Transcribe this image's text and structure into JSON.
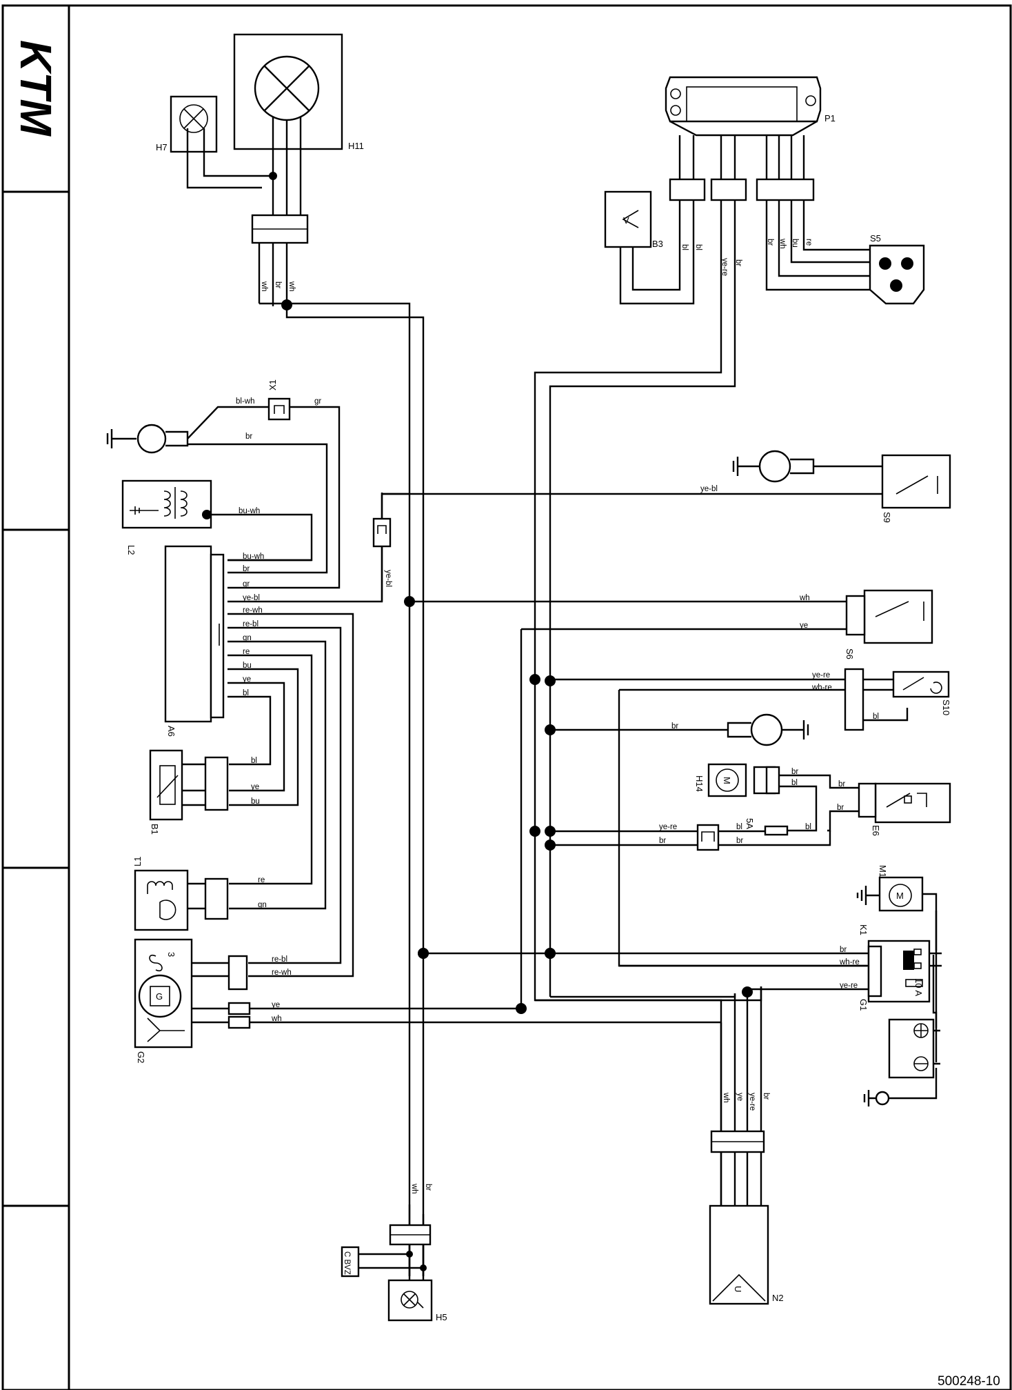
{
  "logo": {
    "text": "KTM"
  },
  "drawing_number": "500248-10",
  "components": {
    "H7": "H7",
    "H11": "H11",
    "P1": "P1",
    "B3": "B3",
    "S5": "S5",
    "X1": "X1",
    "L2": "L2",
    "A6": "A6",
    "S9": "S9",
    "S6": "S6",
    "S10": "S10",
    "H14": "H14",
    "E6": "E6",
    "B1": "B1",
    "L1": "L1",
    "M1": "M1",
    "K1": "K1",
    "G1": "G1",
    "G2": "G2",
    "N2": "N2",
    "H5": "H5"
  },
  "symbol_text": {
    "fuse_5a": "5A",
    "relay_fuse": "10 A",
    "generator": "G",
    "phase": "3",
    "regulator": "U",
    "motor": "M",
    "plus": "⊕",
    "minus": "⊖",
    "cap": "C BVZ",
    "b3_symbol": "V"
  },
  "wire_labels": [
    {
      "id": "w1",
      "text": "wh"
    },
    {
      "id": "w2",
      "text": "br"
    },
    {
      "id": "w3",
      "text": "wh"
    },
    {
      "id": "w4",
      "text": "bl"
    },
    {
      "id": "w5",
      "text": "bl"
    },
    {
      "id": "w6",
      "text": "ye-re"
    },
    {
      "id": "w7",
      "text": "br"
    },
    {
      "id": "w8",
      "text": "br"
    },
    {
      "id": "w9",
      "text": "wh"
    },
    {
      "id": "w10",
      "text": "bu"
    },
    {
      "id": "w11",
      "text": "re"
    },
    {
      "id": "w12",
      "text": "bl-wh"
    },
    {
      "id": "w13",
      "text": "gr"
    },
    {
      "id": "w14",
      "text": "br"
    },
    {
      "id": "w15",
      "text": "bu-wh"
    },
    {
      "id": "w16",
      "text": "ye-bl"
    },
    {
      "id": "w17",
      "text": "bu-wh"
    },
    {
      "id": "w18",
      "text": "br"
    },
    {
      "id": "w19",
      "text": "gr"
    },
    {
      "id": "w20",
      "text": "ye-bl"
    },
    {
      "id": "w21",
      "text": "re-wh"
    },
    {
      "id": "w22",
      "text": "re-bl"
    },
    {
      "id": "w23",
      "text": "gn"
    },
    {
      "id": "w24",
      "text": "re"
    },
    {
      "id": "w25",
      "text": "bu"
    },
    {
      "id": "w26",
      "text": "ye"
    },
    {
      "id": "w27",
      "text": "bl"
    },
    {
      "id": "w28",
      "text": "ye-bl"
    },
    {
      "id": "w29",
      "text": "wh"
    },
    {
      "id": "w30",
      "text": "ye"
    },
    {
      "id": "w31",
      "text": "ye-re"
    },
    {
      "id": "w32",
      "text": "wh-re"
    },
    {
      "id": "w33",
      "text": "bl"
    },
    {
      "id": "w34",
      "text": "br"
    },
    {
      "id": "w35",
      "text": "br"
    },
    {
      "id": "w36",
      "text": "bl"
    },
    {
      "id": "w37",
      "text": "br"
    },
    {
      "id": "w38",
      "text": "br"
    },
    {
      "id": "w39",
      "text": "ye-re"
    },
    {
      "id": "w40",
      "text": "br"
    },
    {
      "id": "w41",
      "text": "bl"
    },
    {
      "id": "w42",
      "text": "br"
    },
    {
      "id": "w43",
      "text": "bl"
    },
    {
      "id": "w44",
      "text": "bl"
    },
    {
      "id": "w45",
      "text": "ye"
    },
    {
      "id": "w46",
      "text": "bu"
    },
    {
      "id": "w47",
      "text": "re"
    },
    {
      "id": "w48",
      "text": "gn"
    },
    {
      "id": "w49",
      "text": "re-bl"
    },
    {
      "id": "w50",
      "text": "re-wh"
    },
    {
      "id": "w51",
      "text": "ye"
    },
    {
      "id": "w52",
      "text": "wh"
    },
    {
      "id": "w53",
      "text": "br"
    },
    {
      "id": "w54",
      "text": "wh-re"
    },
    {
      "id": "w55",
      "text": "ye-re"
    },
    {
      "id": "w56",
      "text": "wh"
    },
    {
      "id": "w57",
      "text": "ye"
    },
    {
      "id": "w58",
      "text": "ye-re"
    },
    {
      "id": "w59",
      "text": "br"
    },
    {
      "id": "w60",
      "text": "wh"
    },
    {
      "id": "w61",
      "text": "br"
    }
  ]
}
